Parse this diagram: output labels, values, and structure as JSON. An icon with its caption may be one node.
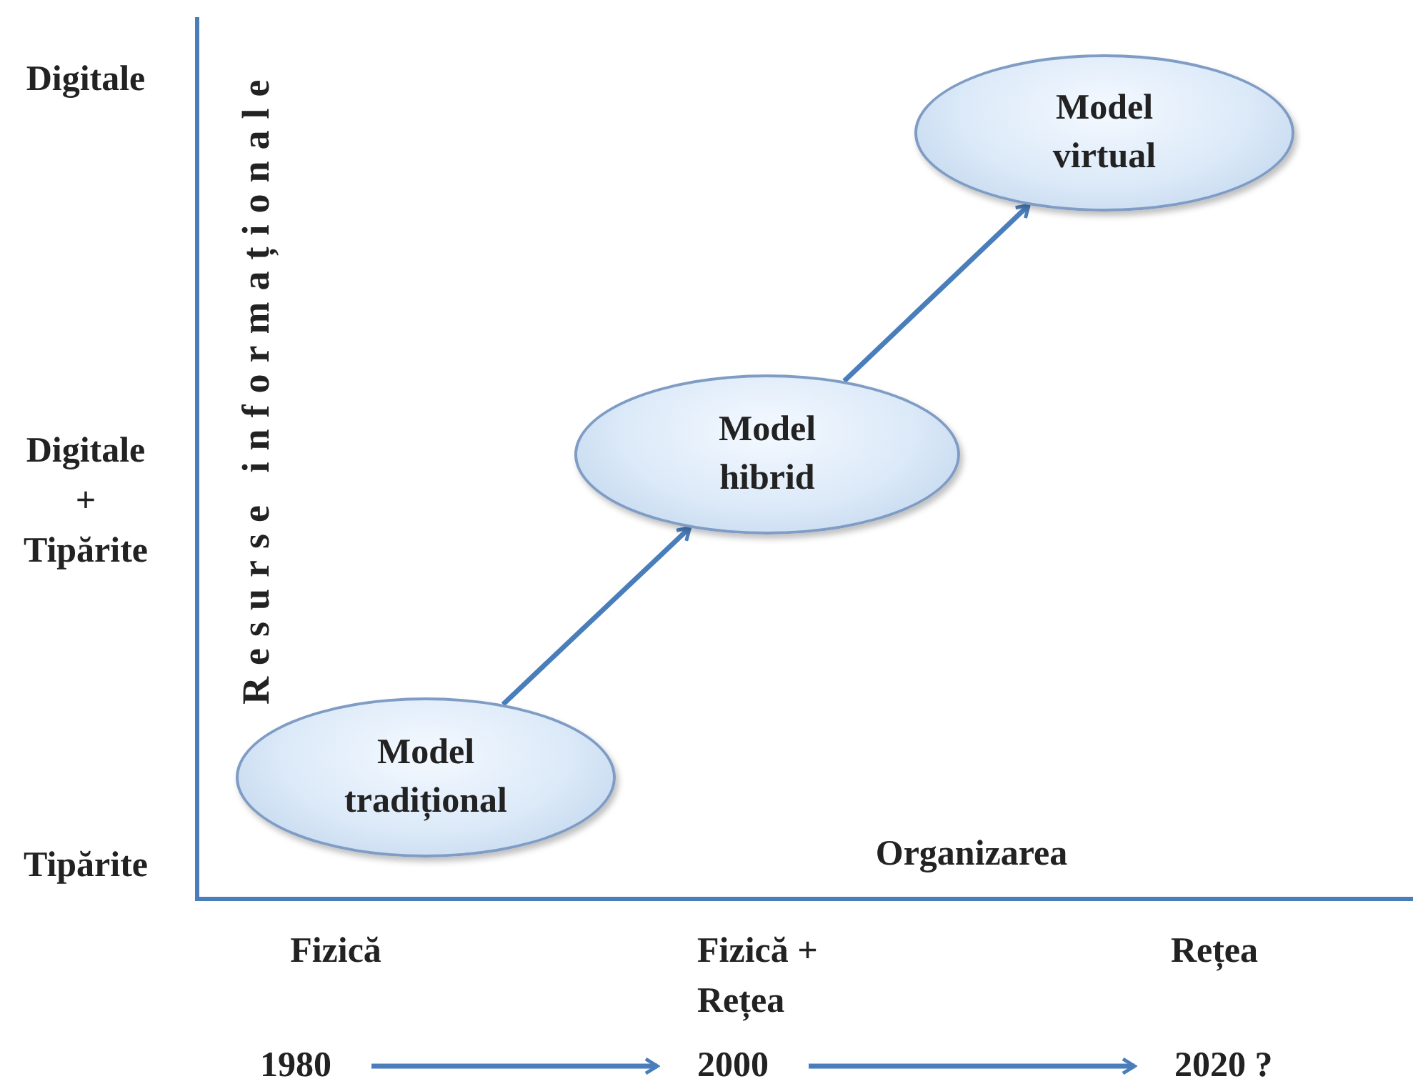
{
  "diagram": {
    "nodes": [
      {
        "text": [
          "Model tradițional"
        ]
      },
      {
        "text": [
          "Model hibrid"
        ]
      },
      {
        "text": [
          "Model virtual"
        ]
      },
      {
        "text": [
          "1980"
        ]
      },
      {
        "text": [
          "2000"
        ]
      },
      {
        "text": [
          "2020 ?"
        ]
      }
    ],
    "edges": [
      {
        "from": 0,
        "to": 1,
        "arrow": "to"
      },
      {
        "from": 1,
        "to": 2,
        "arrow": "to"
      },
      {
        "from": 3,
        "to": 4,
        "arrow": "to"
      },
      {
        "from": 4,
        "to": 5,
        "arrow": "to"
      }
    ],
    "labels": [
      "Digitale",
      "Resurse informaționale",
      "Digitale + Tipărite",
      "Tipărite",
      "Organizarea",
      "Fizică",
      "Fizică + Rețea",
      "Rețea"
    ]
  }
}
